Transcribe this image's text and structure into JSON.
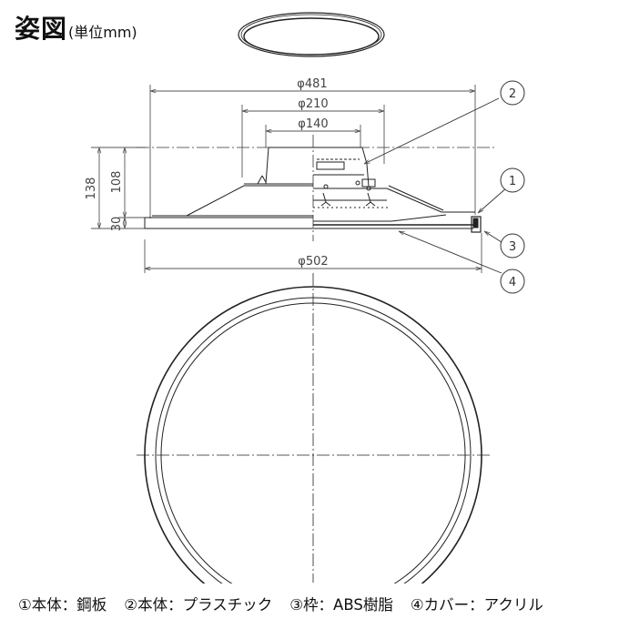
{
  "title": {
    "main": "姿図",
    "unit": "(単位mm)"
  },
  "dimensions": {
    "outer_top": "φ481",
    "mid_top": "φ210",
    "inner_top": "φ140",
    "bottom": "φ502",
    "height_total": "138",
    "height_upper": "108",
    "height_lower": "30"
  },
  "callouts": [
    "1",
    "2",
    "3",
    "4"
  ],
  "legend": [
    {
      "label": "①本体：鋼板"
    },
    {
      "label": "②本体：プラスチック"
    },
    {
      "label": "③枠：ABS樹脂"
    },
    {
      "label": "④カバー：アクリル"
    }
  ],
  "colors": {
    "line": "#222222",
    "dim_line": "#555555",
    "background": "#ffffff"
  }
}
